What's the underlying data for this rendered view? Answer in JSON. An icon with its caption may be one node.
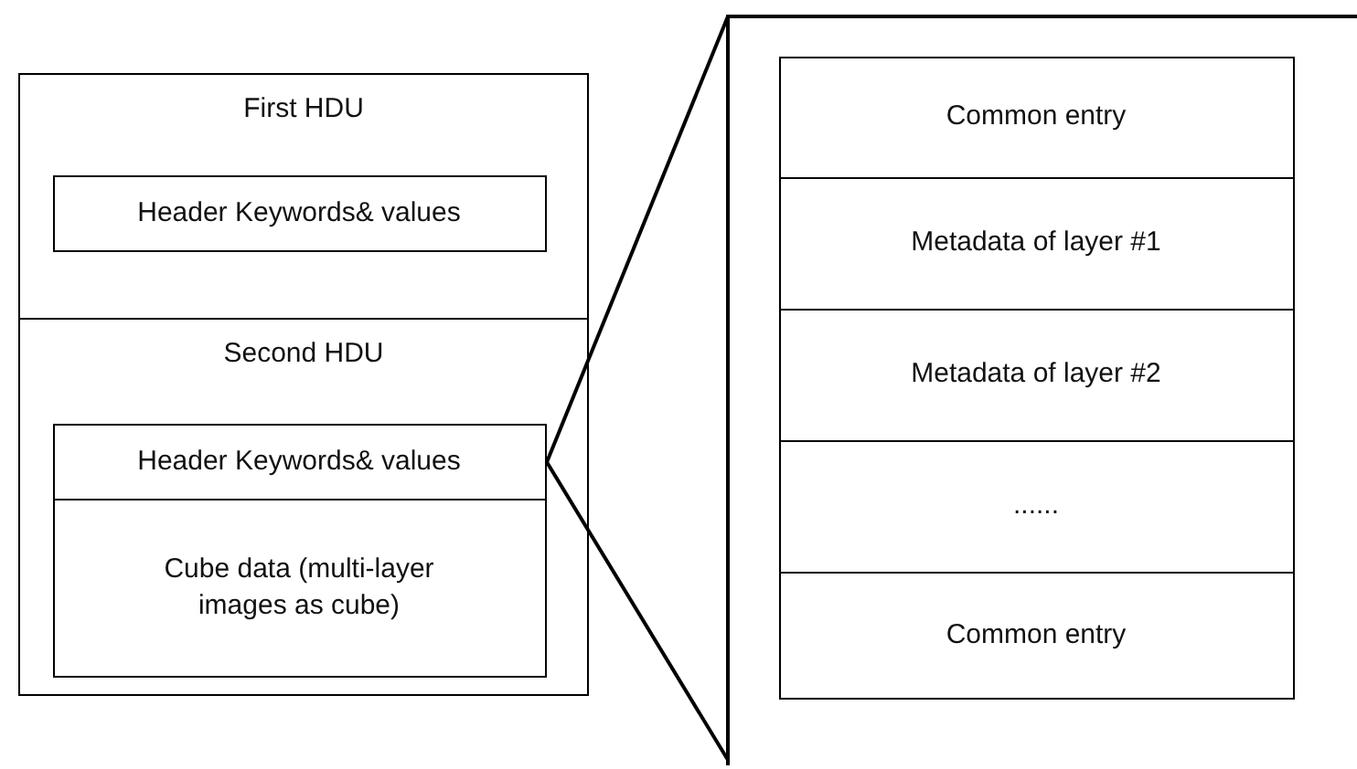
{
  "diagram": {
    "nodes": [
      {
        "text": [
          "First HDU"
        ]
      },
      {
        "text": [
          "Header Keywords& values"
        ],
        "in": 0
      },
      {
        "text": [
          "Second HDU"
        ]
      },
      {
        "text": [
          "Header Keywords& values"
        ],
        "in": 2
      },
      {
        "text": [
          "Cube data (multi-layer images as cube)"
        ],
        "in": 2
      },
      {
        "text": [],
        "shape": "box"
      },
      {
        "text": [
          "Common entry"
        ],
        "in": 5
      },
      {
        "text": [
          "Metadata of layer #1"
        ],
        "in": 5
      },
      {
        "text": [
          "Metadata of layer #2"
        ],
        "in": 5
      },
      {
        "text": [
          "......"
        ],
        "in": 5
      },
      {
        "text": [
          "Common entry"
        ],
        "in": 5
      }
    ],
    "edges": [
      {
        "from": 3,
        "to": 5,
        "arrow": "none"
      },
      {
        "from": 3,
        "to": 5,
        "arrow": "none"
      }
    ]
  }
}
